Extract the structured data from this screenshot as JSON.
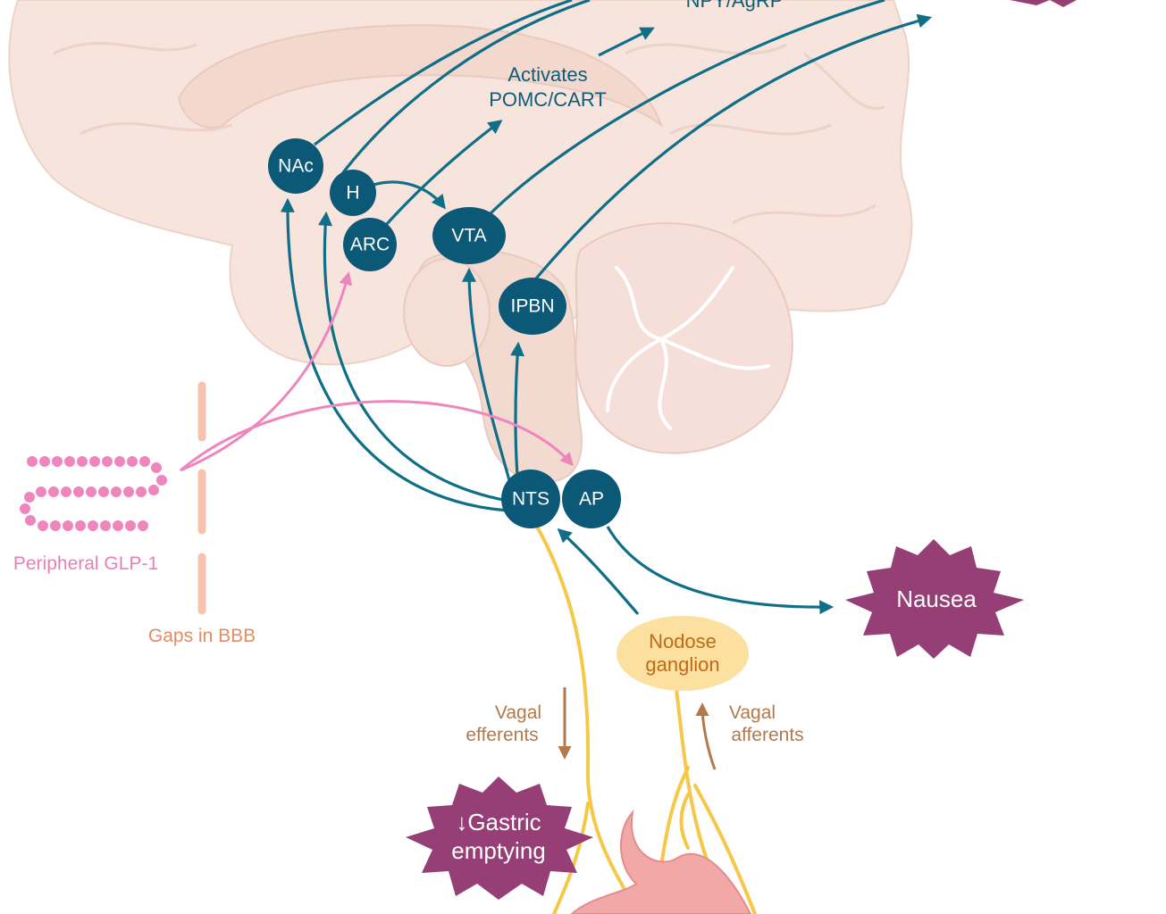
{
  "nodes": {
    "nac": "NAc",
    "h": "H",
    "arc": "ARC",
    "vta": "VTA",
    "ipbn": "IPBN",
    "nts": "NTS",
    "ap": "AP",
    "nodose_line1": "Nodose",
    "nodose_line2": "ganglion"
  },
  "labels": {
    "npy_agrp": "NPY/AgRP",
    "activates_line1": "Activates",
    "activates_line2": "POMC/CART",
    "peripheral_glp1": "Peripheral GLP-1",
    "gaps_bbb": "Gaps in BBB",
    "vagal_efferents_line1": "Vagal",
    "vagal_efferents_line2": "efferents",
    "vagal_afferents_line1": "Vagal",
    "vagal_afferents_line2": "afferents"
  },
  "effects": {
    "nausea": "Nausea",
    "gastric_line1": "↓Gastric",
    "gastric_line2": "emptying"
  },
  "colors": {
    "teal_node": "#0b5877",
    "teal_arrow": "#0f6e88",
    "glp1_pink": "#ee85bd",
    "effect_purple": "#963f76",
    "bbb_salmon": "#f6c3ad",
    "nerve_yellow": "#f6c84a",
    "ganglion_fill": "#fbe0a0",
    "brain_fill": "#f7e3dc"
  }
}
